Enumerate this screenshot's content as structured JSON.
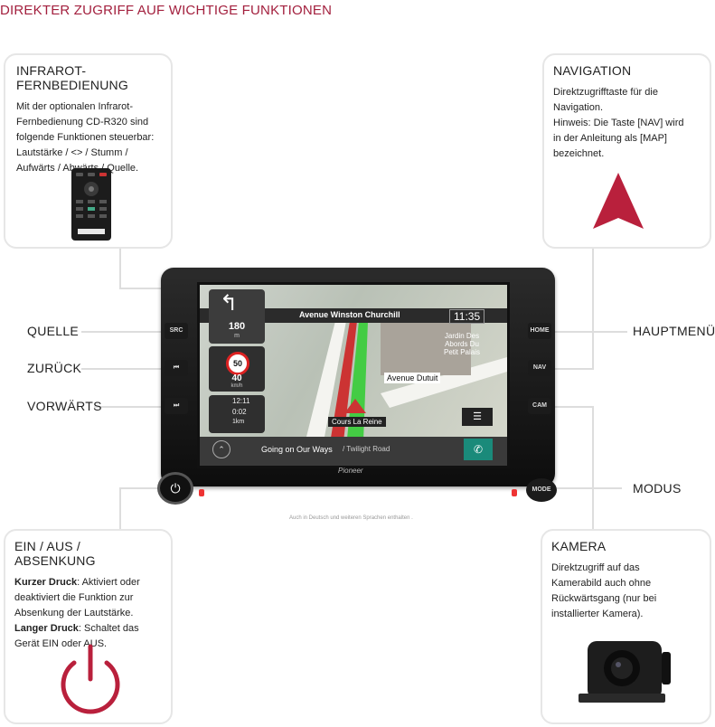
{
  "page_title": "DIREKTER ZUGRIFF AUF WICHTIGE FUNKTIONEN",
  "colors": {
    "accent": "#a3203e",
    "border": "#e6e6e6"
  },
  "remote_box": {
    "heading": "INFRAROT-FERNBEDIENUNG",
    "lines": [
      "Mit der optionalen Infrarot-",
      "Fernbedienung CD-R320 sind",
      "folgende Funktionen steuerbar:",
      "Lautstärke / <> / Stumm /",
      "Aufwärts / Abwärts / Quelle."
    ]
  },
  "nav_box": {
    "heading": "NAVIGATION",
    "lines": [
      "Direktzugrifftaste für die",
      "Navigation.",
      "Hinweis: Die Taste [NAV] wird",
      "in der Anleitung als [MAP]",
      "bezeichnet."
    ],
    "icon": "navigation-arrow-icon"
  },
  "power_box": {
    "heading": "EIN / AUS / ABSENKUNG",
    "short_bold": "Kurzer Druck",
    "short_text": ": Aktiviert oder deaktiviert die Funktion zur Absenkung der Lautstärke.",
    "long_bold": "Langer Druck",
    "long_text": ": Schaltet das Gerät EIN oder AUS.",
    "icon": "power-icon"
  },
  "camera_box": {
    "heading": "KAMERA",
    "lines": [
      "Direktzugriff auf das",
      "Kamerabild auch ohne",
      "Rückwärtsgang (nur bei",
      "installierter Kamera)."
    ]
  },
  "callouts": {
    "quelle": "QUELLE",
    "zurueck": "ZURÜCK",
    "vorwaerts": "VORWÄRTS",
    "hauptmenue": "HAUPTMENÜ",
    "modus": "MODUS"
  },
  "device": {
    "buttons": {
      "src": "SRC",
      "prev": "⏮",
      "next": "⏭",
      "home": "HOME",
      "nav": "NAV",
      "cam": "CAM",
      "mode": "MODE",
      "brand": "Pioneer"
    },
    "screen": {
      "street": "Avenue Winston Churchill",
      "time": "11:35",
      "distance": "180",
      "distance_unit": "m",
      "speed_limit": "50",
      "speed": "40",
      "speed_unit": "km/h",
      "eta": "12:11",
      "remaining": "0:02",
      "remaining_dist": "1km",
      "label_dutuit": "Avenue Dutuit",
      "label_reine": "Cours La Reine",
      "poi": "Jardin Des Abords Du Petit Palais",
      "now_playing": "Going on Our Ways",
      "now_playing_sub": "/ Twilight Road"
    }
  },
  "footnote": "Auch in Deutsch und weiteren Sprachen enthalten ."
}
